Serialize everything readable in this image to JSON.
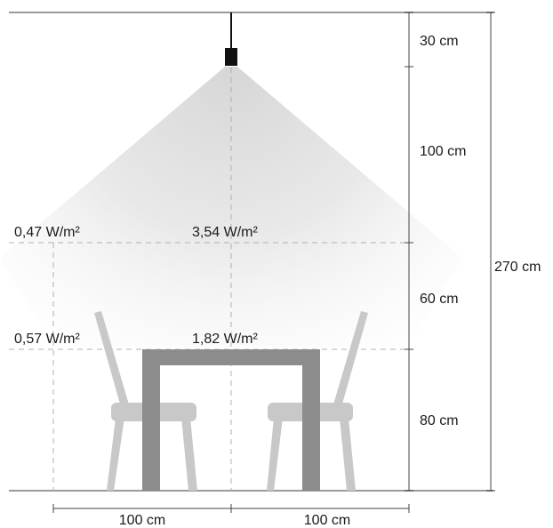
{
  "dimensions": {
    "ceiling_gap": "30 cm",
    "lamp_to_mid": "100 cm",
    "mid_to_table": "60 cm",
    "table_height": "80 cm",
    "total_height": "270 cm",
    "horizontal_left": "100 cm",
    "horizontal_right": "100 cm"
  },
  "irradiance": {
    "upper_edge": "0,47 W/m²",
    "upper_center": "3,54 W/m²",
    "table_edge": "0,57 W/m²",
    "table_center": "1,82 W/m²"
  },
  "colors": {
    "lines": "#9a9a9a",
    "dash": "#b0b0b0",
    "table": "#8c8c8c",
    "chair": "#c8c8c8",
    "lamp": "#111111",
    "light_cone": "#e2e2e2"
  }
}
